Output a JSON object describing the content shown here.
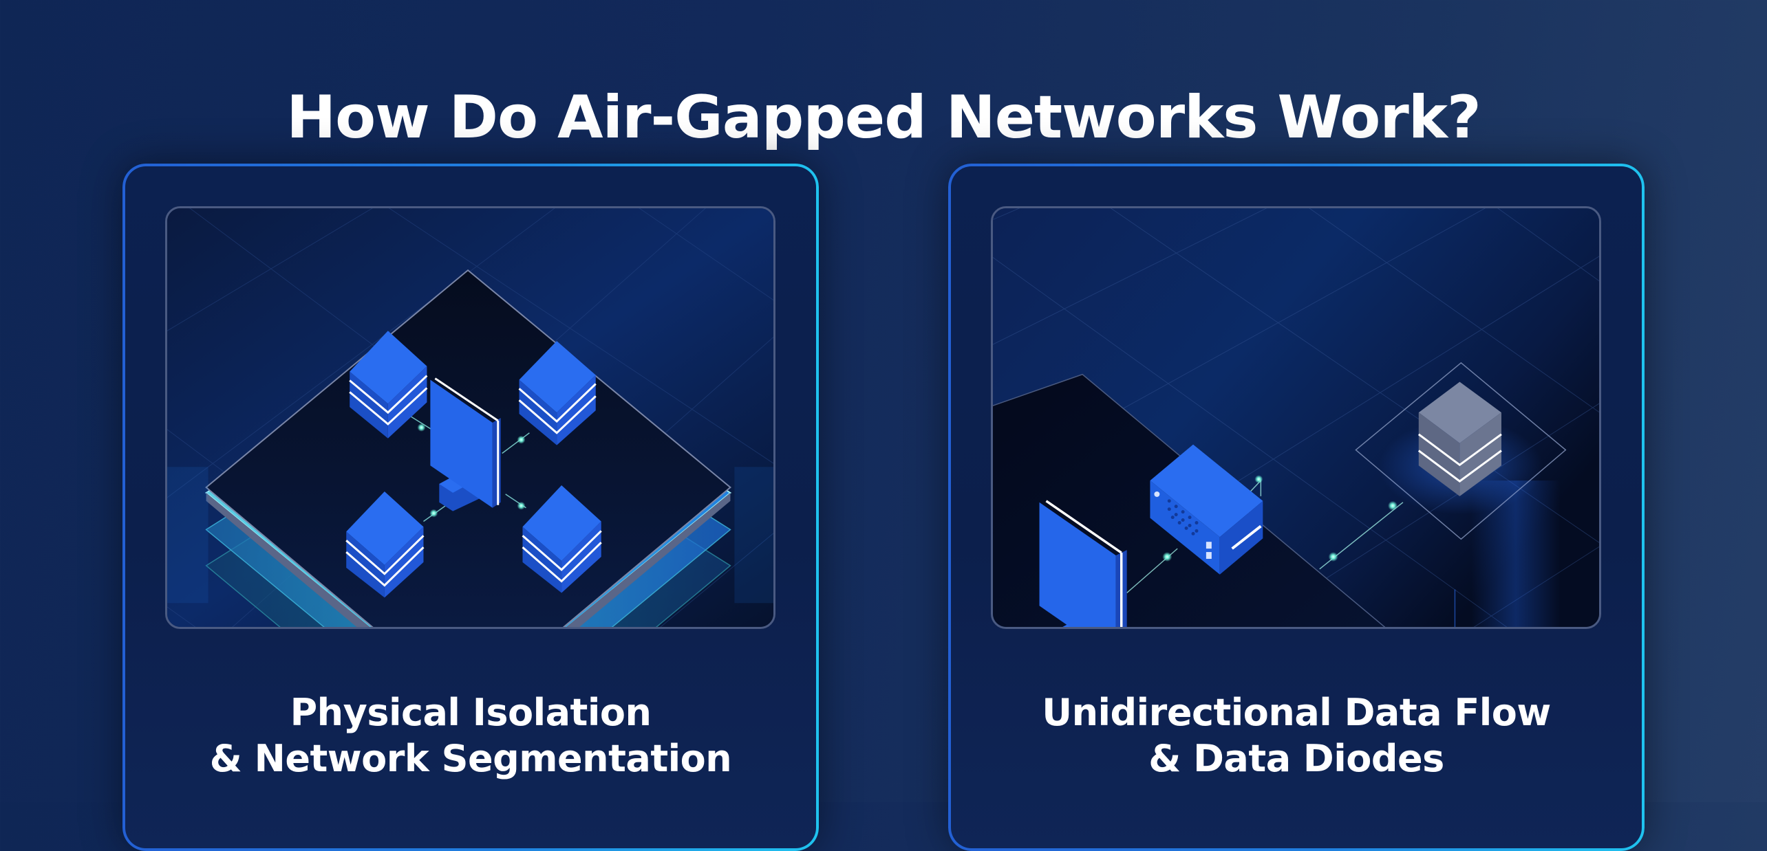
{
  "title": "How Do Air-Gapped Networks Work?",
  "colors": {
    "background_start": "#0f2655",
    "background_end": "#243d67",
    "card_border_start": "#2360d4",
    "card_border_end": "#1fc3ef",
    "device_blue": "#1f5fe0",
    "glow_cyan": "#5fe0d8",
    "server_gray": "#6b7590"
  },
  "cards": [
    {
      "illustration": "isolated-network-platform",
      "icons": [
        "monitor-icon",
        "server-stack-icon",
        "server-stack-icon",
        "server-stack-icon",
        "server-stack-icon",
        "layered-platform-icon"
      ],
      "caption": {
        "line1": "Physical Isolation",
        "line2": "& Network Segmentation"
      }
    },
    {
      "illustration": "data-diode-flow",
      "icons": [
        "monitor-icon",
        "data-diode-device-icon",
        "isolated-server-icon",
        "platform-icon"
      ],
      "caption": {
        "line1": "Unidirectional Data Flow",
        "line2": "& Data Diodes"
      }
    }
  ]
}
